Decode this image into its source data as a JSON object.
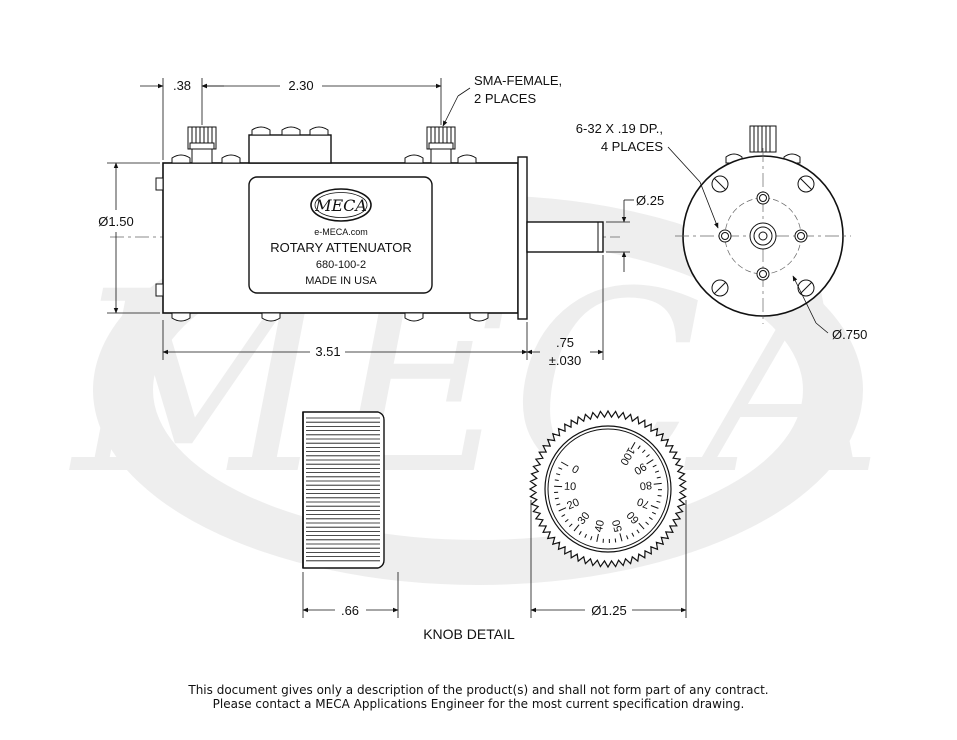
{
  "watermark": {
    "logo_text": "MECA"
  },
  "plate": {
    "logo": "MECA",
    "url": "e-MECA.com",
    "product": "ROTARY ATTENUATOR",
    "part_number": "680-100-2",
    "origin": "MADE IN USA"
  },
  "dimensions": {
    "left_offset": ".38",
    "connector_spacing": "2.30",
    "body_diameter": "Ø1.50",
    "body_length": "3.51",
    "shaft_diameter": "Ø.25",
    "shaft_length": ".75",
    "shaft_tolerance": "±.030",
    "bolt_circle": "Ø.750",
    "knob_width": ".66",
    "knob_diameter": "Ø1.25"
  },
  "callouts": {
    "sma_line1": "SMA-FEMALE,",
    "sma_line2": "2 PLACES",
    "hole_line1": "6-32 X .19 DP.,",
    "hole_line2": "4 PLACES"
  },
  "dial": {
    "scale": [
      "0",
      "10",
      "20",
      "30",
      "40",
      "50",
      "60",
      "70",
      "80",
      "90",
      "100"
    ]
  },
  "knob_title": "KNOB DETAIL",
  "disclaimer": {
    "line1": "This document gives only a description of the product(s) and shall not form part of any contract.",
    "line2": "Please contact a MECA Applications Engineer for the most current specification drawing."
  }
}
